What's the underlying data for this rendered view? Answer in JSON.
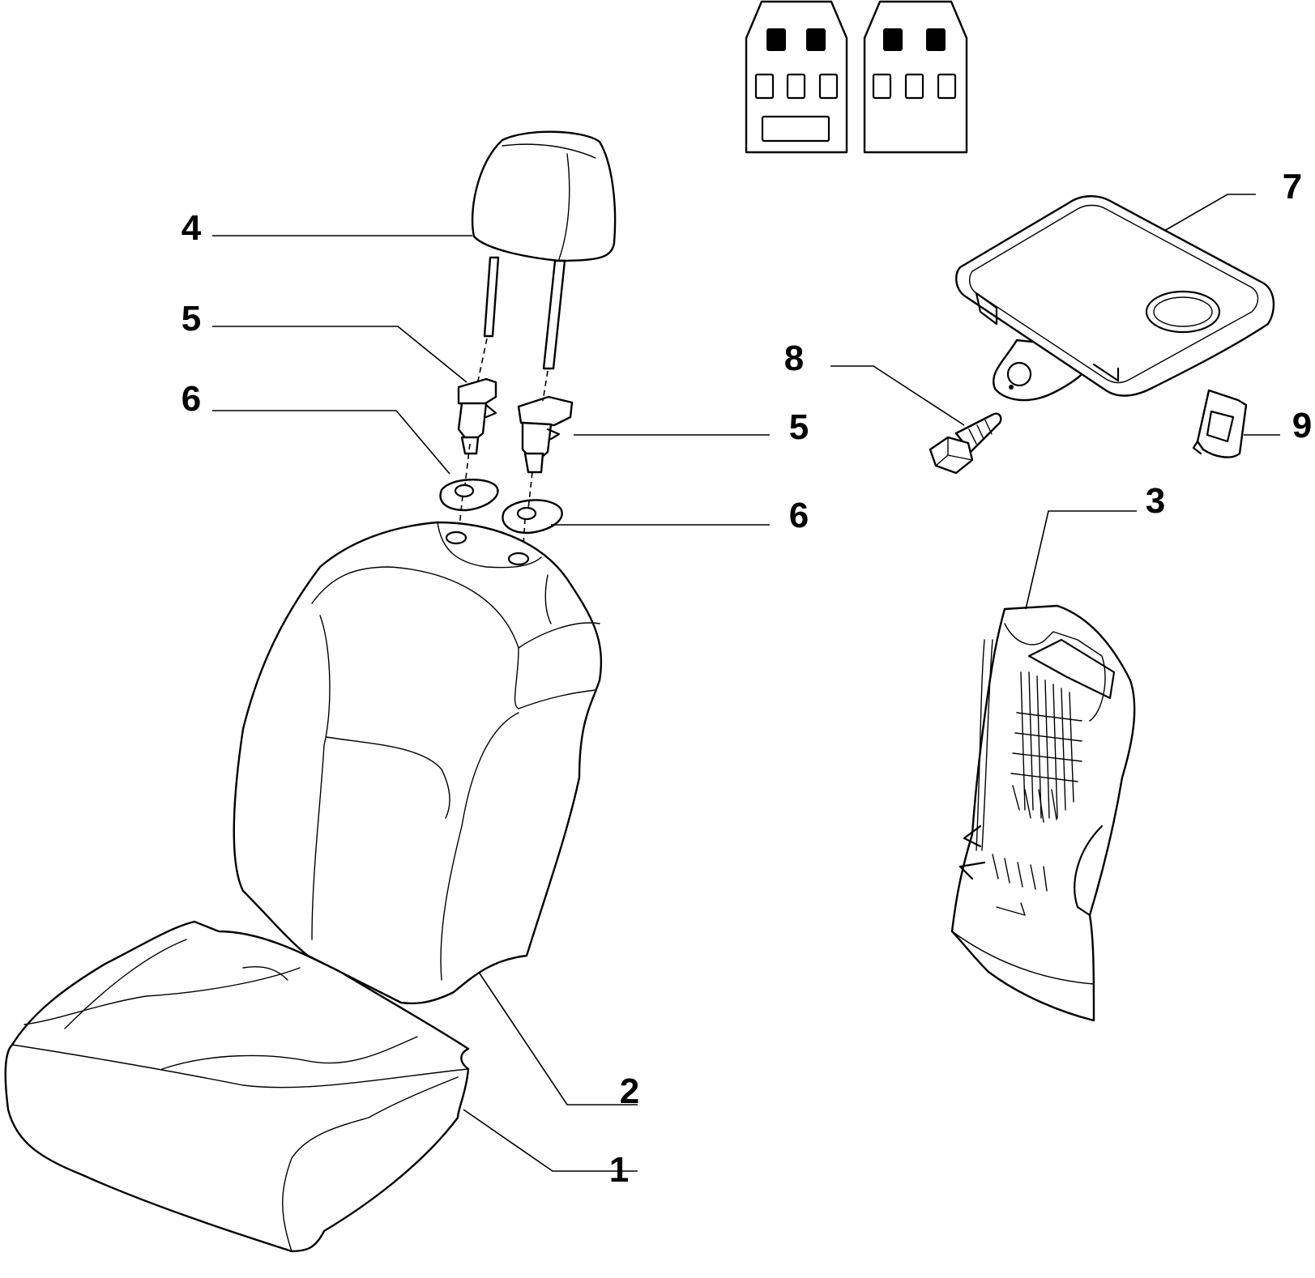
{
  "callouts": [
    {
      "id": "label-1",
      "text": "1"
    },
    {
      "id": "label-2",
      "text": "2"
    },
    {
      "id": "label-3",
      "text": "3"
    },
    {
      "id": "label-4",
      "text": "4"
    },
    {
      "id": "label-5a",
      "text": "5"
    },
    {
      "id": "label-5b",
      "text": "5"
    },
    {
      "id": "label-6a",
      "text": "6"
    },
    {
      "id": "label-6b",
      "text": "6"
    },
    {
      "id": "label-7",
      "text": "7"
    },
    {
      "id": "label-8",
      "text": "8"
    },
    {
      "id": "label-9",
      "text": "9"
    }
  ]
}
